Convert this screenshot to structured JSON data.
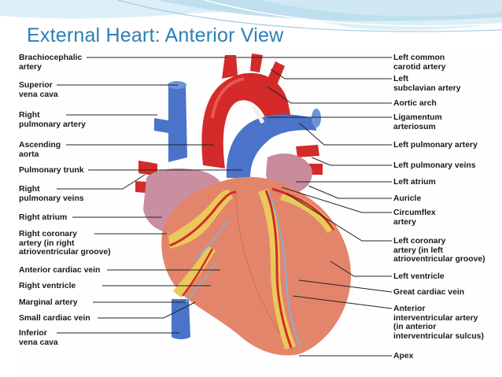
{
  "slide": {
    "title": "External Heart: Anterior View"
  },
  "colors": {
    "title": "#2e7eb6",
    "background_wave": "#cfe8f3",
    "artery_red": "#d42a2a",
    "vein_blue": "#4a73c9",
    "heart_muscle": "#e3856b",
    "fat": "#e9c95a"
  },
  "labels_left": [
    "Brachiocephalic\nartery",
    "Superior\nvena cava",
    "Right\npulmonary artery",
    "Ascending\naorta",
    "Pulmonary trunk",
    "Right\npulmonary veins",
    "Right atrium",
    "Right coronary\nartery (in right\natrioventricular groove)",
    "Anterior cardiac vein",
    "Right ventricle",
    "Marginal artery",
    "Small cardiac vein",
    "Inferior\nvena cava"
  ],
  "labels_right": [
    "Left common\ncarotid artery",
    "Left\nsubclavian artery",
    "Aortic arch",
    "Ligamentum\narteriosum",
    "Left pulmonary artery",
    "Left pulmonary veins",
    "Left atrium",
    "Auricle",
    "Circumflex\nartery",
    "Left coronary\nartery (in left\natrioventricular groove)",
    "Left ventricle",
    "Great cardiac vein",
    "Anterior\ninterventricular artery\n(in anterior\ninterventricular sulcus)",
    "Apex"
  ]
}
